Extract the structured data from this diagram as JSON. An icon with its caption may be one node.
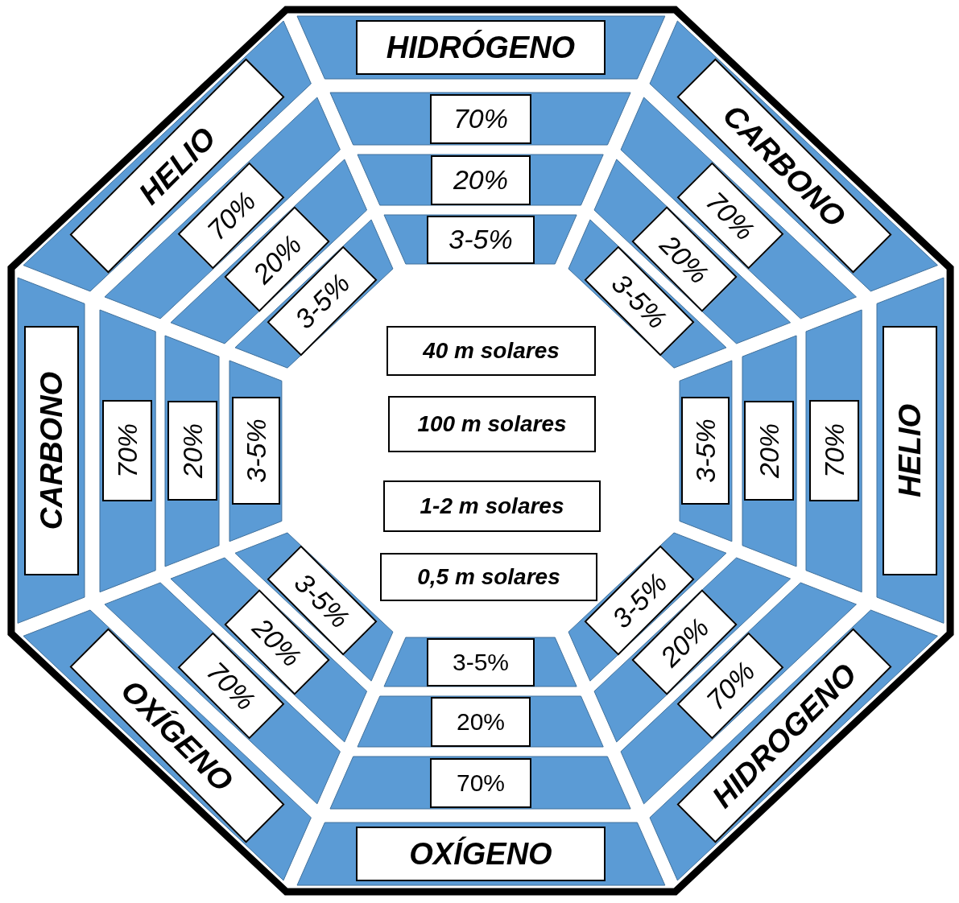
{
  "diagram": {
    "nodes": [
      {
        "text": [
          "HIDRÓGENO"
        ]
      },
      {
        "text": [
          "70%"
        ]
      },
      {
        "text": [
          "20%"
        ]
      },
      {
        "text": [
          "3-5%"
        ]
      },
      {
        "text": [
          "CARBONO"
        ]
      },
      {
        "text": [
          "70%"
        ]
      },
      {
        "text": [
          "20%"
        ]
      },
      {
        "text": [
          "3-5%"
        ]
      },
      {
        "text": [
          "HELIO"
        ]
      },
      {
        "text": [
          "70%"
        ]
      },
      {
        "text": [
          "20%"
        ]
      },
      {
        "text": [
          "3-5%"
        ]
      },
      {
        "text": [
          "HIDROGENO"
        ]
      },
      {
        "text": [
          "70%"
        ]
      },
      {
        "text": [
          "20%"
        ]
      },
      {
        "text": [
          "3-5%"
        ]
      },
      {
        "text": [
          "OXÍGENO"
        ]
      },
      {
        "text": [
          "70%"
        ]
      },
      {
        "text": [
          "20%"
        ]
      },
      {
        "text": [
          "3-5%"
        ]
      },
      {
        "text": [
          "OXÍGENO"
        ]
      },
      {
        "text": [
          "70%"
        ]
      },
      {
        "text": [
          "20%"
        ]
      },
      {
        "text": [
          "3-5%"
        ]
      },
      {
        "text": [
          "CARBONO"
        ]
      },
      {
        "text": [
          "70%"
        ]
      },
      {
        "text": [
          "20%"
        ]
      },
      {
        "text": [
          "3-5%"
        ]
      },
      {
        "text": [
          "HELIO"
        ]
      },
      {
        "text": [
          "70%"
        ]
      },
      {
        "text": [
          "20%"
        ]
      },
      {
        "text": [
          "3-5%"
        ]
      },
      {
        "text": [
          "40 m solares"
        ]
      },
      {
        "text": [
          "100 m solares"
        ]
      },
      {
        "text": [
          "1-2 m solares"
        ]
      },
      {
        "text": [
          "0,5 m solares"
        ]
      }
    ]
  }
}
